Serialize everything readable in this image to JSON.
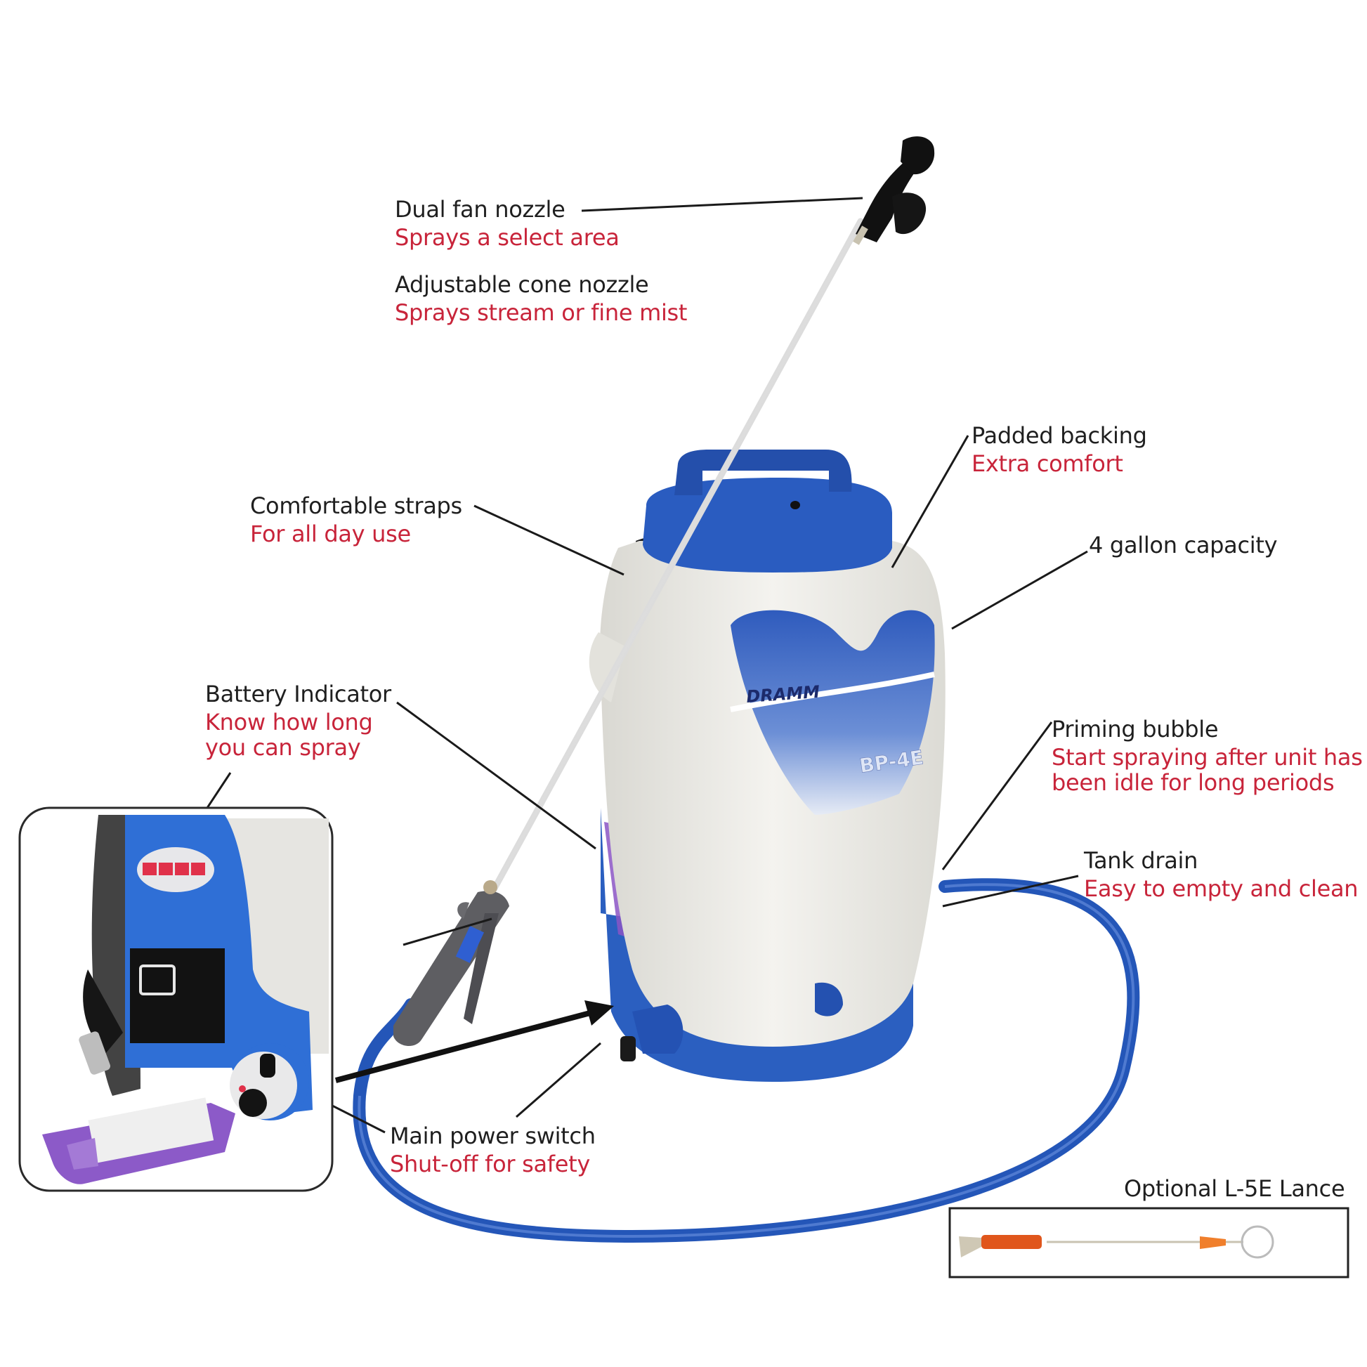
{
  "diagram": {
    "subject": "Backpack sprayer feature callouts",
    "brand_label": "DRAMM",
    "model_label": "BP-4E",
    "colors": {
      "title_text": "#1f1f1f",
      "desc_text": "#c8243a",
      "tank_blue": "#2b5fc0",
      "tank_body": "#ecebe6",
      "lance_orange": "#e0561c",
      "latch_purple": "#8b55c4"
    },
    "callouts": [
      {
        "id": "dual-fan-nozzle",
        "title": "Dual fan nozzle",
        "desc": "Sprays a select area"
      },
      {
        "id": "adjustable-cone-nozzle",
        "title": "Adjustable cone nozzle",
        "desc": "Sprays stream or fine mist"
      },
      {
        "id": "padded-backing",
        "title": "Padded backing",
        "desc": "Extra comfort"
      },
      {
        "id": "comfortable-straps",
        "title": "Comfortable straps",
        "desc": "For all day use"
      },
      {
        "id": "capacity",
        "title": "4 gallon capacity",
        "desc": ""
      },
      {
        "id": "battery-indicator",
        "title": "Battery Indicator",
        "desc_lines": [
          "Know how long",
          "you can spray"
        ]
      },
      {
        "id": "priming-bubble",
        "title": "Priming bubble",
        "desc_lines": [
          "Start spraying after unit has",
          "been idle for long periods"
        ]
      },
      {
        "id": "tank-drain",
        "title": "Tank drain",
        "desc": "Easy to empty and clean"
      },
      {
        "id": "main-power-switch",
        "title": "Main power switch",
        "desc": "Shut-off for safety"
      }
    ],
    "accessory": {
      "title": "Optional L-5E Lance"
    }
  }
}
